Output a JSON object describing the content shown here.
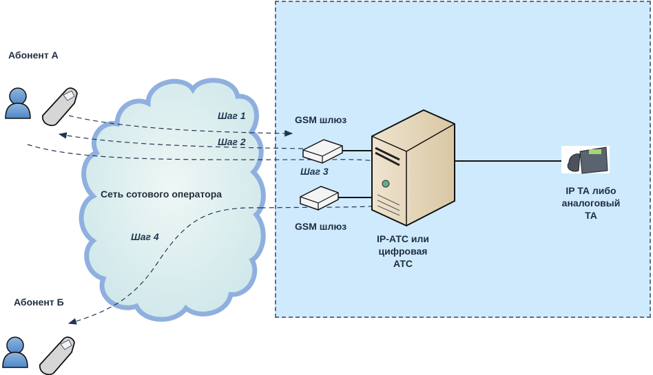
{
  "diagram": {
    "subscriber_a": {
      "label": "Абонент А"
    },
    "subscriber_b": {
      "label": "Абонент Б"
    },
    "cloud": {
      "label": "Сеть сотового оператора"
    },
    "gateway_top": {
      "label": "GSM шлюз"
    },
    "gateway_bottom": {
      "label": "GSM шлюз"
    },
    "pbx": {
      "line1": "IP-АТС или",
      "line2": "цифровая",
      "line3": "АТС"
    },
    "phone": {
      "line1": "IP ТА либо",
      "line2": "аналоговый",
      "line3": "ТА"
    },
    "steps": [
      "Шаг 1",
      "Шаг 2",
      "Шаг 3",
      "Шаг 4"
    ],
    "colors": {
      "zone_fill": "#cfeafd",
      "zone_border": "#5b6f88",
      "cloud_fill": "#d7ecec",
      "cloud_border": "#8fb0df",
      "arrow": "#1f3550"
    }
  }
}
